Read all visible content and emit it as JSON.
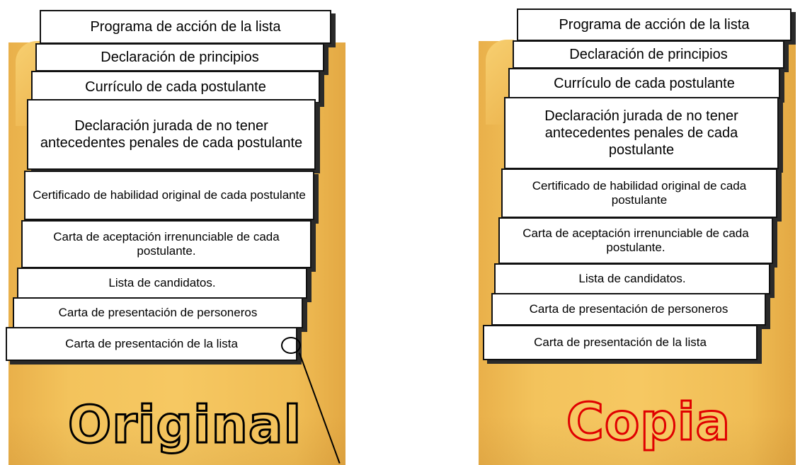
{
  "original": {
    "label": "Original",
    "cards": [
      "Programa de acción de la lista",
      "Declaración de principios",
      "Currículo de cada postulante",
      "Declaración jurada de no tener antecedentes penales de cada postulante",
      "Certificado de habilidad original de cada postulante",
      "Carta de aceptación irrenunciable de cada postulante.",
      "Lista de candidatos.",
      "Carta de presentación de personeros",
      "Carta de presentación de la lista"
    ]
  },
  "copy": {
    "label": "Copia",
    "cards": [
      "Programa de acción de la lista",
      "Declaración de principios",
      "Currículo de cada postulante",
      "Declaración jurada de no tener antecedentes penales de cada postulante",
      "Certificado de habilidad original de cada postulante",
      "Carta de aceptación irrenunciable de cada postulante.",
      "Lista de candidatos.",
      "Carta de presentación de personeros",
      "Carta de presentación de la lista"
    ]
  },
  "colors": {
    "envelope": "#f3c35c",
    "original_label_stroke": "#000000",
    "copy_label_stroke": "#e00000"
  }
}
